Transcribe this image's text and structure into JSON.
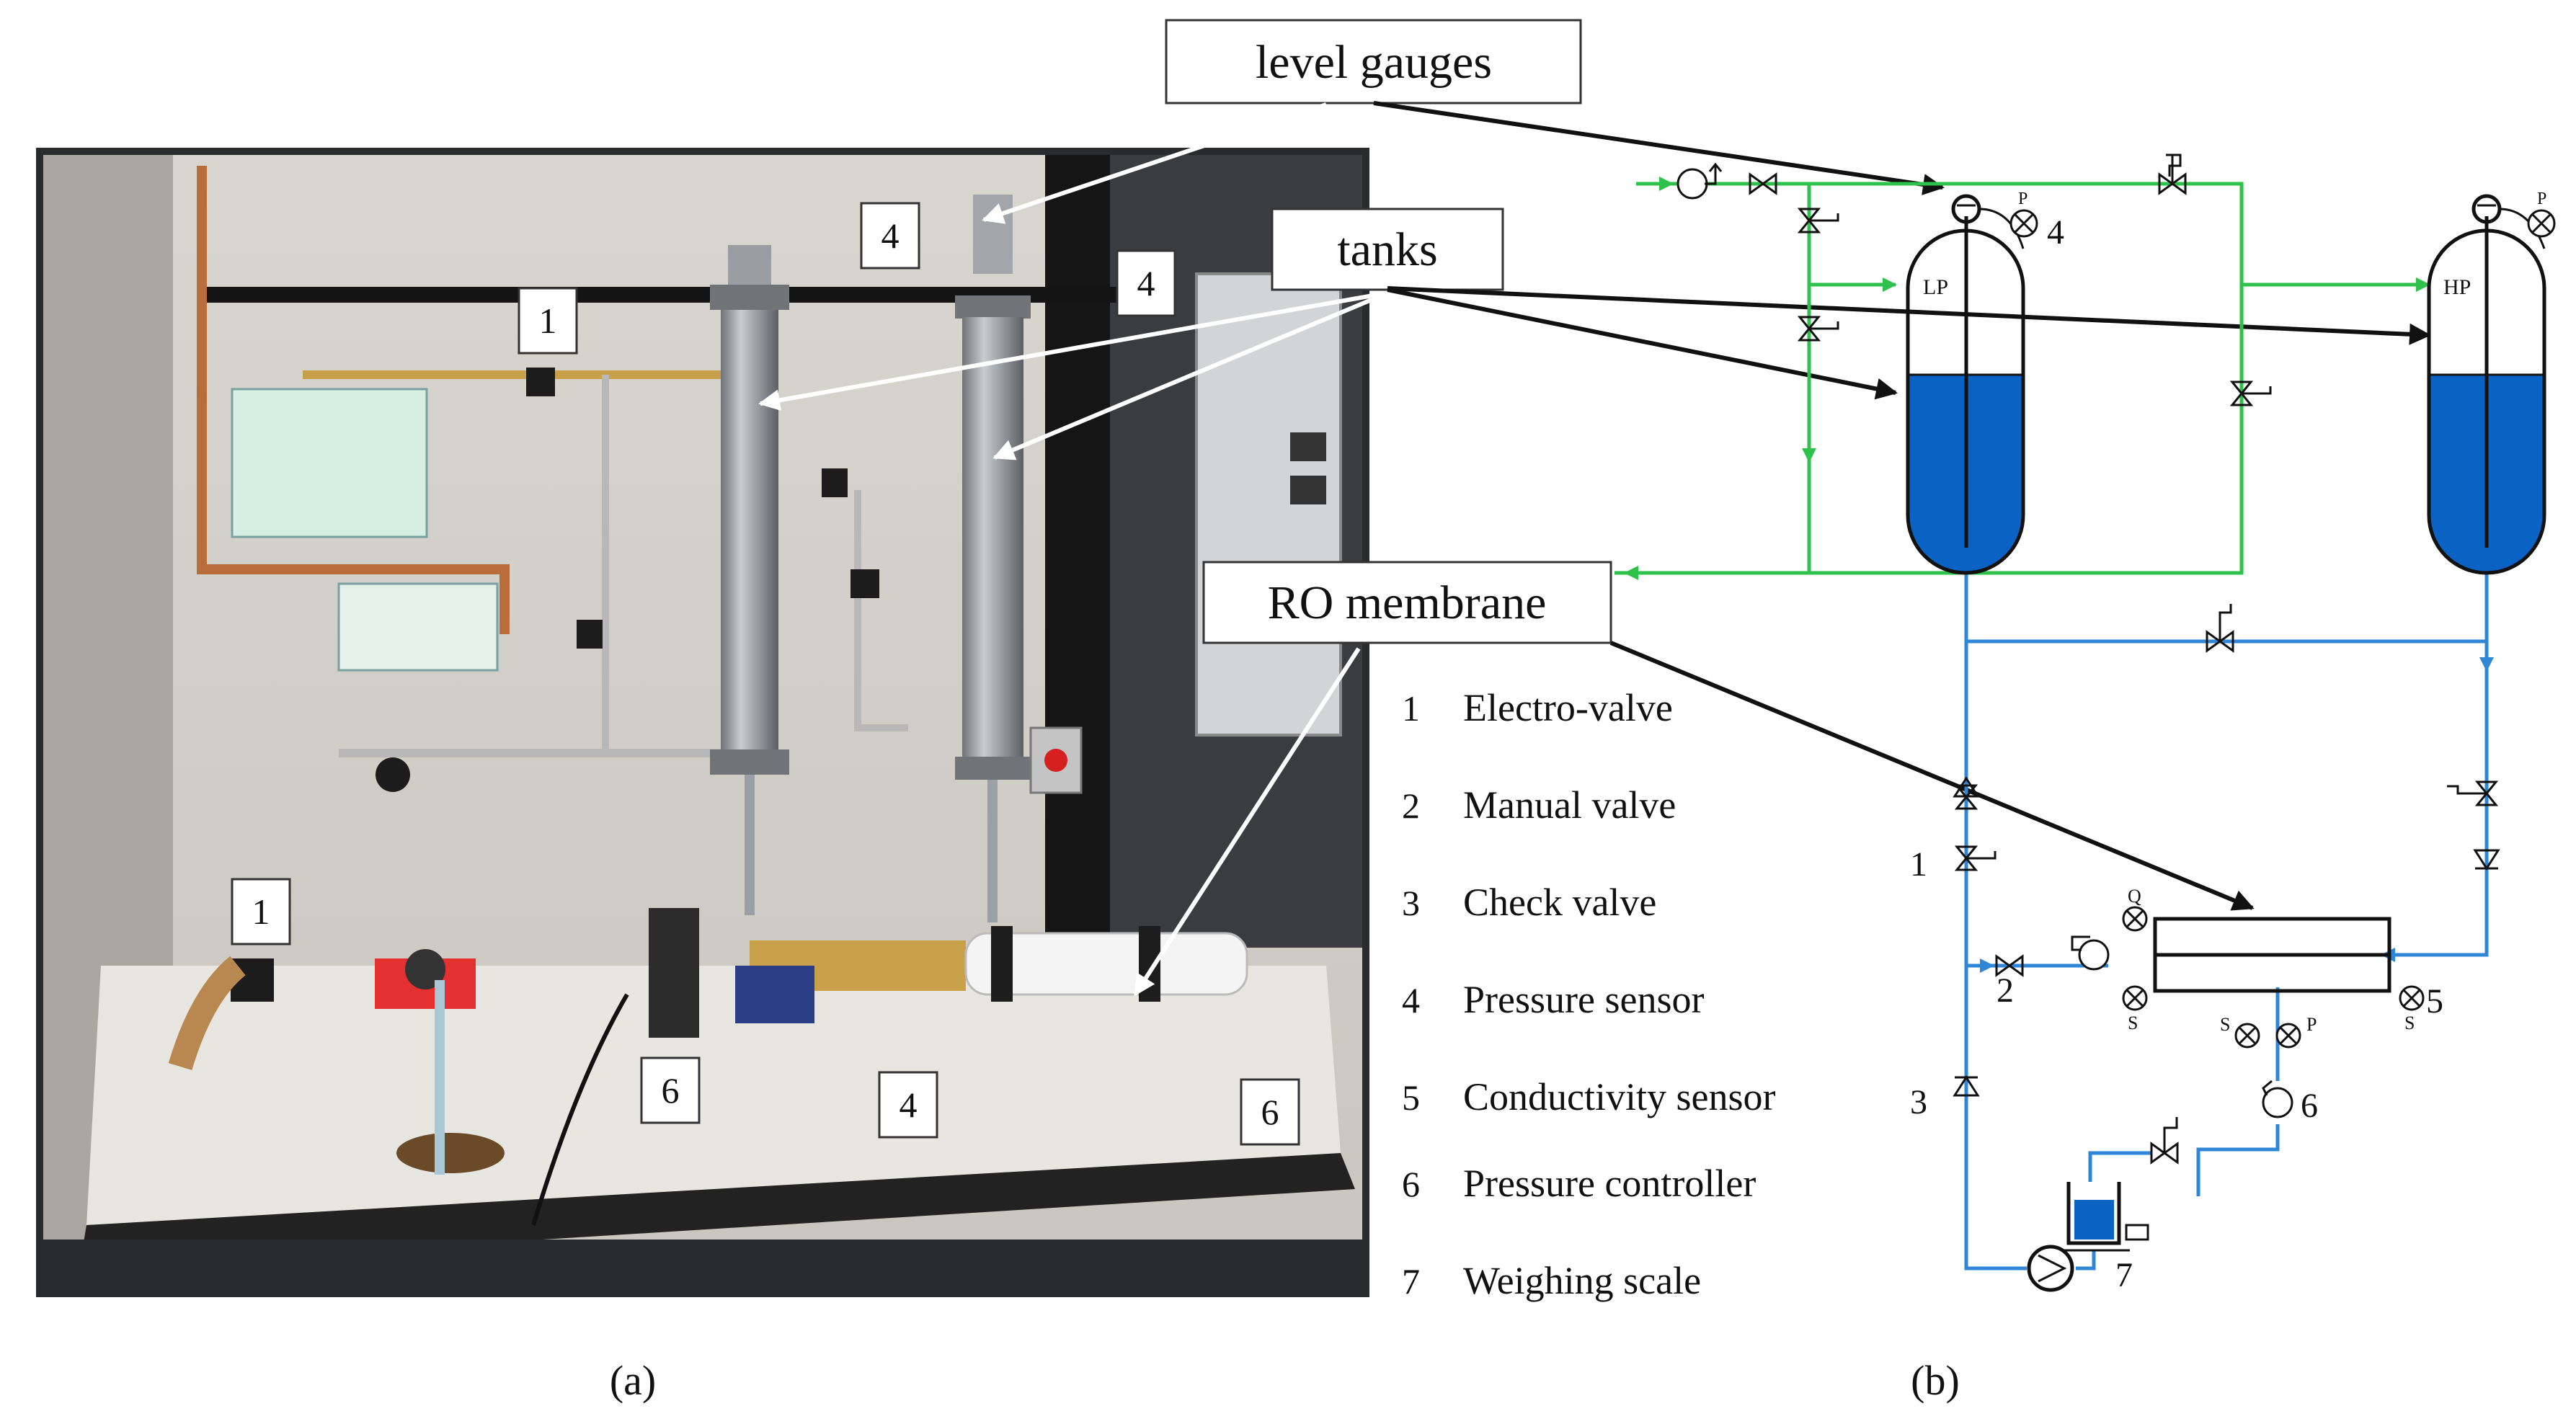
{
  "callouts": {
    "level_gauges": "level gauges",
    "tanks": "tanks",
    "ro_membrane": "RO membrane"
  },
  "photo_numbers": [
    "1",
    "4",
    "4",
    "1",
    "6",
    "4",
    "6"
  ],
  "tank_labels": {
    "lp": "LP",
    "hp": "HP"
  },
  "sensor_letters": {
    "p": "P",
    "q": "Q",
    "s": "S"
  },
  "diagram_numbers": [
    "4",
    "1",
    "2",
    "3",
    "5",
    "6",
    "7"
  ],
  "legend": [
    {
      "num": "1",
      "text": "Electro-valve"
    },
    {
      "num": "2",
      "text": "Manual valve"
    },
    {
      "num": "3",
      "text": "Check valve"
    },
    {
      "num": "4",
      "text": "Pressure sensor"
    },
    {
      "num": "5",
      "text": "Conductivity sensor"
    },
    {
      "num": "6",
      "text": "Pressure controller"
    },
    {
      "num": "7",
      "text": "Weighing scale"
    }
  ],
  "panel_labels": {
    "a": "(a)",
    "b": "(b)"
  },
  "colors": {
    "feed_line": "#2ec24c",
    "water_line": "#2f86d6",
    "water_fill": "#0a63c4"
  }
}
